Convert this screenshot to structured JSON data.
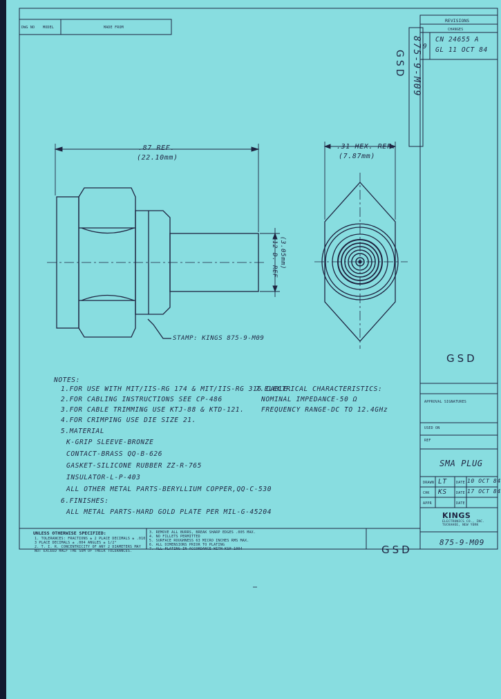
{
  "header": {
    "dwg_no_label": "DWG NO",
    "model_label": "MODEL",
    "made_from_label": "MADE FROM"
  },
  "revisions": {
    "title": "REVISIONS",
    "col_changes": "CHANGES",
    "rev_letter": "9",
    "line1": "CN 24655 A",
    "line2": "GL 11 OCT 84"
  },
  "part_number_vertical": "875-9-M09",
  "gsd_mark": "GSD",
  "dimensions": {
    "length": ".87 REF.",
    "length_mm": "(22.10mm)",
    "hex": ".31 HEX. REF.",
    "hex_mm": "(7.87mm)",
    "dia": ".12 D. REF",
    "dia_mm": "(3.05mm)"
  },
  "stamp": "STAMP: KINGS 875-9-M09",
  "notes": {
    "title": "NOTES:",
    "lines": [
      "1.FOR USE WITH MIT/IIS-RG 174 & MIT/IIS-RG 316 CABLE.",
      "2.FOR CABLING INSTRUCTIONS SEE CP-486",
      "3.FOR CABLE TRIMMING USE KTJ-88 & KTD-121.",
      "4.FOR CRIMPING USE DIE SIZE 21.",
      "5.MATERIAL",
      "K-GRIP SLEEVE-BRONZE",
      "CONTACT-BRASS QQ-B-626",
      "GASKET-SILICONE RUBBER ZZ-R-765",
      "INSULATOR-L-P-403",
      "ALL OTHER METAL PARTS-BERYLLIUM COPPER,QQ-C-530",
      "6.FINISHES:",
      "ALL METAL PARTS-HARD GOLD PLATE PER MIL-G-45204"
    ]
  },
  "electrical": {
    "title": "7.ELECTRICAL CHARACTERISTICS:",
    "impedance": "NOMINAL IMPEDANCE-50 Ω",
    "frequency": "FREQUENCY RANGE-DC TO 12.4GHz"
  },
  "tolerances": {
    "title": "UNLESS OTHERWISE SPECIFIED:",
    "left": [
      "1. TOLERANCES: FRACTIONS ± 2 PLACE DECIMALS ± .010",
      "3 PLACE DECIMALS ± .004        ANGLES ± 1/2°",
      "2. T. I. R. CONCENTRICITY OF ANY 2 DIAMETERS MAY",
      "NOT EXCEED HALF THE SUM OF THEIR TOLERANCES."
    ],
    "right": [
      "3. REMOVE ALL BURRS, BREAK SHARP EDGES .005 MAX.",
      "4. NO FILLETS PERMITTED",
      "5. SURFACE ROUGHNESS 63 MICRO INCHES RMS MAX.",
      "6. ALL DIMENSIONS PRIOR TO PLATING",
      "7. ALL PLATING IN ACCORDANCE WITH KSP 1004"
    ]
  },
  "title_block": {
    "approvals": "APPROVAL SIGNATURES",
    "used_on": "USED ON",
    "ref": "REF",
    "title": "SMA PLUG",
    "drawn_label": "DRAWN",
    "drawn_by": "LT",
    "drawn_date_label": "DATE",
    "drawn_date": "10 OCT 84",
    "checked_label": "CHK",
    "checked_by": "KS",
    "checked_date_label": "DATE",
    "checked_date": "17 OCT 84",
    "approved_label": "APPR",
    "approved_date_label": "DATE",
    "company": "KINGS",
    "company_sub": "ELECTRONICS CO., INC.",
    "company_addr": "TUCKAHOE, NEW YORK",
    "drawing_number": "875-9-M09"
  },
  "colors": {
    "background": "#88dde0",
    "ink": "#1e2340"
  }
}
